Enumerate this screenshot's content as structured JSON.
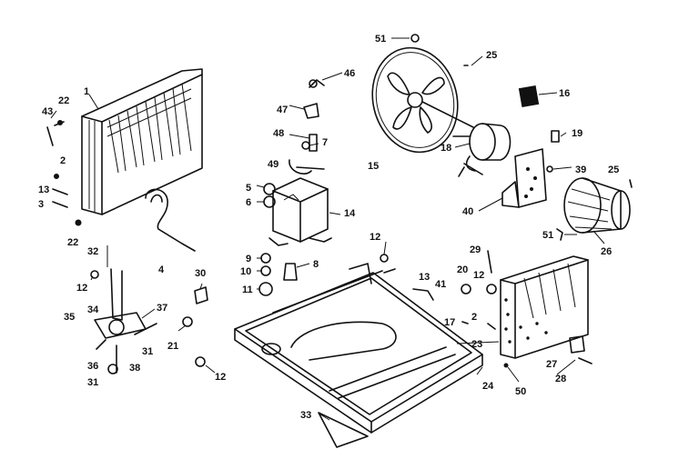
{
  "colors": {
    "ink": "#111111",
    "background": "#ffffff"
  },
  "labels": [
    {
      "id": "l51a",
      "text": "51"
    },
    {
      "id": "l25a",
      "text": "25"
    },
    {
      "id": "l16",
      "text": "16"
    },
    {
      "id": "l1",
      "text": "1"
    },
    {
      "id": "l22a",
      "text": "22"
    },
    {
      "id": "l43",
      "text": "43"
    },
    {
      "id": "l46",
      "text": "46"
    },
    {
      "id": "l47",
      "text": "47"
    },
    {
      "id": "l48",
      "text": "48"
    },
    {
      "id": "l7",
      "text": "7"
    },
    {
      "id": "l49",
      "text": "49"
    },
    {
      "id": "l2a",
      "text": "2"
    },
    {
      "id": "l13a",
      "text": "13"
    },
    {
      "id": "l3",
      "text": "3"
    },
    {
      "id": "l5",
      "text": "5"
    },
    {
      "id": "l6",
      "text": "6"
    },
    {
      "id": "l14",
      "text": "14"
    },
    {
      "id": "l22b",
      "text": "22"
    },
    {
      "id": "l32",
      "text": "32"
    },
    {
      "id": "l4",
      "text": "4"
    },
    {
      "id": "l15",
      "text": "15"
    },
    {
      "id": "l18",
      "text": "18"
    },
    {
      "id": "l19",
      "text": "19"
    },
    {
      "id": "l39",
      "text": "39"
    },
    {
      "id": "l25b",
      "text": "25"
    },
    {
      "id": "l40",
      "text": "40"
    },
    {
      "id": "l26",
      "text": "26"
    },
    {
      "id": "l51b",
      "text": "51"
    },
    {
      "id": "l29",
      "text": "29"
    },
    {
      "id": "l12a",
      "text": "12"
    },
    {
      "id": "l9",
      "text": "9"
    },
    {
      "id": "l10",
      "text": "10"
    },
    {
      "id": "l8",
      "text": "8"
    },
    {
      "id": "l11",
      "text": "11"
    },
    {
      "id": "l30",
      "text": "30"
    },
    {
      "id": "l12b",
      "text": "12"
    },
    {
      "id": "l13b",
      "text": "13"
    },
    {
      "id": "l41",
      "text": "41"
    },
    {
      "id": "l20",
      "text": "20"
    },
    {
      "id": "l12c",
      "text": "12"
    },
    {
      "id": "l37",
      "text": "37"
    },
    {
      "id": "l34",
      "text": "34"
    },
    {
      "id": "l35",
      "text": "35"
    },
    {
      "id": "l21",
      "text": "21"
    },
    {
      "id": "l31a",
      "text": "31"
    },
    {
      "id": "l36",
      "text": "36"
    },
    {
      "id": "l38",
      "text": "38"
    },
    {
      "id": "l31b",
      "text": "31"
    },
    {
      "id": "l12d",
      "text": "12"
    },
    {
      "id": "l17",
      "text": "17"
    },
    {
      "id": "l2b",
      "text": "2"
    },
    {
      "id": "l23",
      "text": "23"
    },
    {
      "id": "l27",
      "text": "27"
    },
    {
      "id": "l28",
      "text": "28"
    },
    {
      "id": "l24",
      "text": "24"
    },
    {
      "id": "l50",
      "text": "50"
    },
    {
      "id": "l33",
      "text": "33"
    }
  ]
}
